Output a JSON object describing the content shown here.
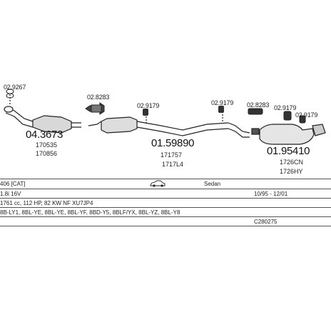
{
  "diagram": {
    "parts": [
      {
        "ref": "02.9267",
        "part_no": "04.3673",
        "alt_refs": [
          "170535",
          "170856"
        ]
      },
      {
        "ref": "02.8283",
        "part_no": "",
        "alt_refs": []
      },
      {
        "ref": "02.9179",
        "part_no": "01.59890",
        "alt_refs": [
          "171757",
          "1717L4"
        ]
      },
      {
        "ref": "02.9179",
        "part_no": "",
        "alt_refs": []
      },
      {
        "refs": [
          "02.8283",
          "02.9179",
          "02.9179"
        ],
        "part_no": "01.95410",
        "alt_refs": [
          "1726CN",
          "1726HY"
        ]
      }
    ]
  },
  "info": {
    "model": "406 [CAT]",
    "car_icon": "car-sedan-icon",
    "body": "Sedan",
    "engine": "1.8i 16V",
    "dates": "10/95 - 12/01",
    "specs": "1761 cc, 112 HP, 82 KW NF XU7JP4",
    "codes": "8B-LY1, 8BL-YE, 8BL-YE, 8BL-YF, 8BD-Y5, 8BLF/YX, 8BL-YZ, 8BL-Y8",
    "catalog_no": "C280275"
  }
}
